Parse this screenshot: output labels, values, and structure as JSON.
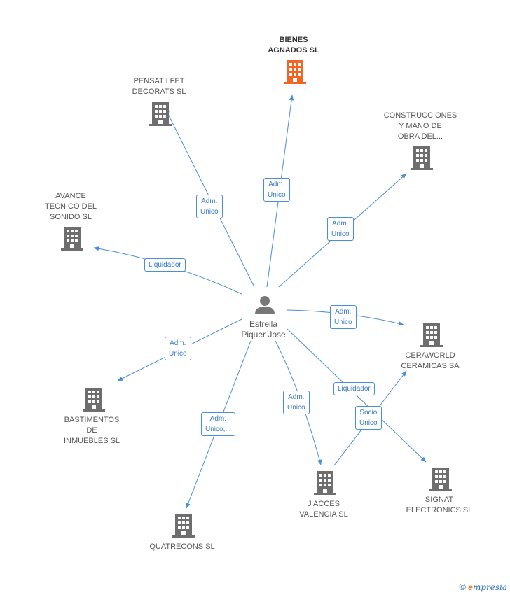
{
  "colors": {
    "edge": "#4a8fd6",
    "building": "#6e6e6e",
    "focus_building": "#f26522",
    "person": "#777777"
  },
  "person": {
    "name_line1": "Estrella",
    "name_line2": "Piquer Jose",
    "icon": "person-icon"
  },
  "companies": [
    {
      "id": "bienes",
      "lines": [
        "BIENES",
        "AGNADOS SL"
      ],
      "focus": true,
      "icon": "building-icon"
    },
    {
      "id": "pensat",
      "lines": [
        "PENSAT I FET",
        "DECORATS SL"
      ],
      "focus": false,
      "icon": "building-icon"
    },
    {
      "id": "construcciones",
      "lines": [
        "CONSTRUCCIONES",
        "Y MANO DE",
        "OBRA DEL..."
      ],
      "focus": false,
      "icon": "building-icon"
    },
    {
      "id": "avance",
      "lines": [
        "AVANCE",
        "TECNICO DEL",
        "SONIDO SL"
      ],
      "focus": false,
      "icon": "building-icon"
    },
    {
      "id": "ceraworld",
      "lines": [
        "CERAWORLD",
        "CERAMICAS SA"
      ],
      "focus": false,
      "icon": "building-icon"
    },
    {
      "id": "bastimentos",
      "lines": [
        "BASTIMENTOS",
        "DE",
        "INMUEBLES SL"
      ],
      "focus": false,
      "icon": "building-icon"
    },
    {
      "id": "jacces",
      "lines": [
        "J ACCES",
        "VALENCIA SL"
      ],
      "focus": false,
      "icon": "building-icon"
    },
    {
      "id": "signat",
      "lines": [
        "SIGNAT",
        "ELECTRONICS SL"
      ],
      "focus": false,
      "icon": "building-icon"
    },
    {
      "id": "quatrecons",
      "lines": [
        "QUATRECONS SL"
      ],
      "focus": false,
      "icon": "building-icon"
    }
  ],
  "relations": [
    {
      "from": "person",
      "to": "bienes",
      "label": [
        "Adm.",
        "Unico"
      ]
    },
    {
      "from": "person",
      "to": "pensat",
      "label": [
        "Adm.",
        "Unico"
      ]
    },
    {
      "from": "person",
      "to": "construcciones",
      "label": [
        "Adm.",
        "Unico"
      ]
    },
    {
      "from": "person",
      "to": "avance",
      "label": [
        "Liquidador"
      ]
    },
    {
      "from": "person",
      "to": "ceraworld",
      "label": [
        "Adm.",
        "Unico"
      ]
    },
    {
      "from": "person",
      "to": "bastimentos",
      "label": [
        "Adm.",
        "Unico"
      ]
    },
    {
      "from": "person",
      "to": "jacces",
      "label": [
        "Adm.",
        "Unico"
      ]
    },
    {
      "from": "person",
      "to": "signat",
      "label": [
        "Liquidador"
      ]
    },
    {
      "from": "person",
      "to": "quatrecons",
      "label": [
        "Adm.",
        "Unico,..."
      ]
    },
    {
      "from": "jacces",
      "to": "ceraworld",
      "label": [
        "Socio",
        "Único"
      ]
    }
  ],
  "footer": {
    "copyright": "©",
    "brand_e": "e",
    "brand_rest": "mpresia"
  }
}
